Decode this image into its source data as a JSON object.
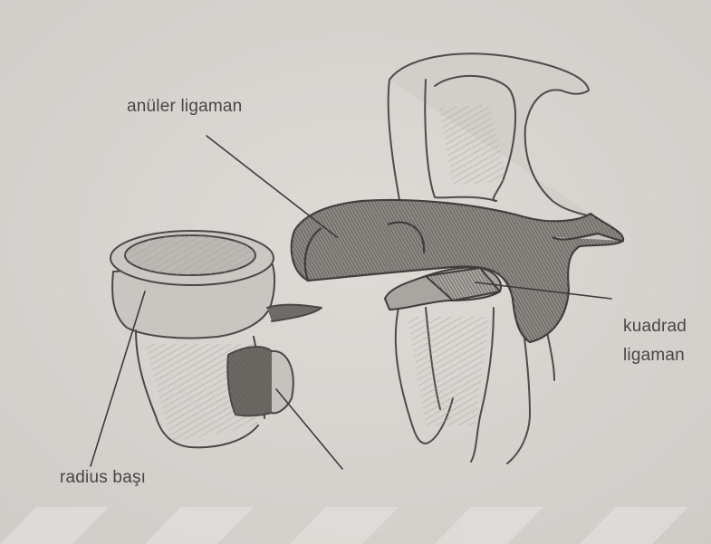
{
  "diagram": {
    "labels": {
      "annular_ligament": "anüler ligaman",
      "quadrate_ligament_line1": "kuadrad",
      "quadrate_ligament_line2": "ligaman",
      "radius_head": "radius başı"
    },
    "colors": {
      "paper": "#d9d6d2",
      "pencil": "#4a4846",
      "shade_dark": "#6e6a66",
      "label_text": "#474747"
    }
  }
}
